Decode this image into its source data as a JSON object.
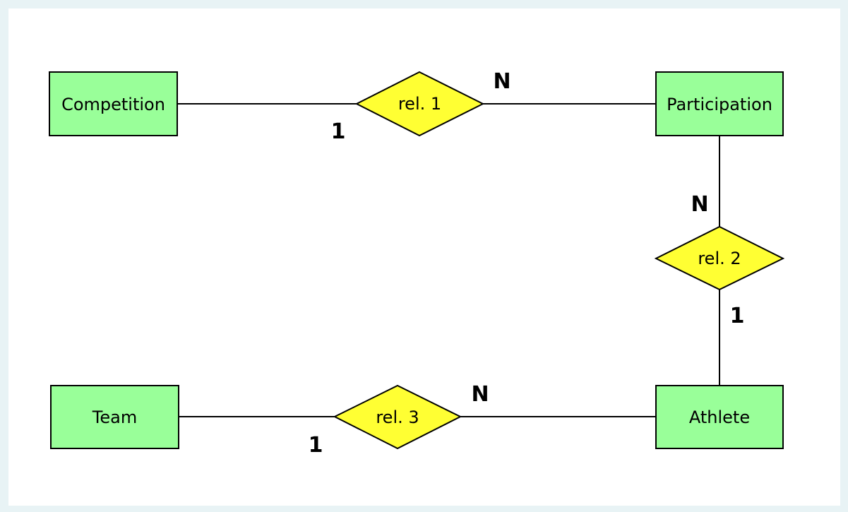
{
  "diagram": {
    "colors": {
      "background": "#e8f3f5",
      "panel": "#ffffff",
      "entity_fill": "#99ff99",
      "relationship_fill": "#ffff33",
      "stroke": "#000000"
    },
    "entities": {
      "competition": "Competition",
      "participation": "Participation",
      "team": "Team",
      "athlete": "Athlete"
    },
    "relationships": {
      "rel1": "rel. 1",
      "rel2": "rel. 2",
      "rel3": "rel. 3"
    },
    "cardinalities": {
      "rel1_competition": "1",
      "rel1_participation": "N",
      "rel2_participation": "N",
      "rel2_athlete": "1",
      "rel3_team": "1",
      "rel3_athlete": "N"
    }
  }
}
